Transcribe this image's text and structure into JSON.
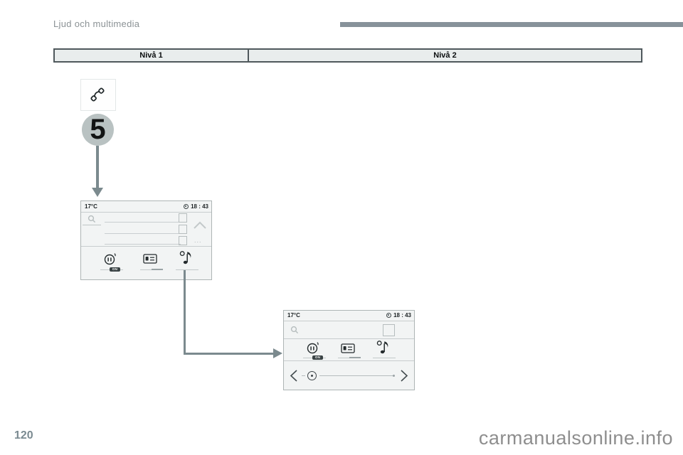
{
  "page": {
    "section_title": "Ljud och multimedia",
    "chapter_number": "5",
    "page_number": "120",
    "watermark": "carmanualsonline.info"
  },
  "table": {
    "col1": "Nivå 1",
    "col2": "Nivå 2"
  },
  "screen1": {
    "temperature": "17°C",
    "time": "18 : 43",
    "more_dots": "...",
    "on_badge": "ON"
  },
  "screen2": {
    "temperature": "17°C",
    "time": "18 : 43",
    "on_badge": "ON"
  },
  "icons": {
    "phone": "phone-handset",
    "gear": "settings-gear",
    "search": "magnifier",
    "chevron_up": "chevron-up",
    "pause_on": "pause-circle-on",
    "contacts": "contact-card",
    "music": "music-note",
    "chevron_left": "chevron-left",
    "chevron_right": "chevron-right",
    "slider_handle": "target-dot"
  },
  "colors": {
    "accent_bar": "#87929a",
    "arrow": "#7b8a8e",
    "badge_circle": "#b9c2c2",
    "table_header_bg": "#e9eded",
    "table_border": "#4f585c",
    "screen_bg": "#f2f4f4",
    "screen_border": "#aeb5b5",
    "muted_text": "#8b9295"
  }
}
